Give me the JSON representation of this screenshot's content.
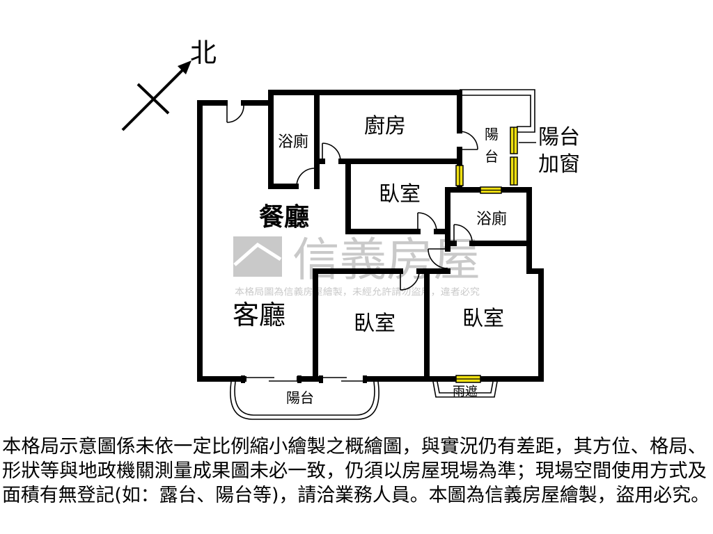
{
  "compass": {
    "north_label": "北"
  },
  "rooms": {
    "bath_upper": "浴廁",
    "kitchen": "廚房",
    "rear_balcony_char_1": "陽",
    "rear_balcony_char_2": "台",
    "bedroom_upper": "臥室",
    "bath_right": "浴廁",
    "dining_room": "餐廳",
    "living_room": "客廳",
    "bedroom_middle": "臥室",
    "bedroom_right": "臥室",
    "front_balcony": "陽台",
    "awning": "雨遮"
  },
  "annotations": {
    "window_note_line_1": "陽台",
    "window_note_line_2": "加窗"
  },
  "watermark": {
    "brand": "信義房屋",
    "notice": "本格局圖為信義房屋繪製，未經允許請勿盜用，違者必究"
  },
  "disclaimer": {
    "lines": [
      "本格局示意圖係未依一定比例縮小繪製之概繪圖，與實況仍有差距，其方位、格局、",
      "形狀等與地政機關測量成果圖未必一致，仍須以房屋現場為準；現場空間使用方式及",
      "面積有無登記(如：露台、陽台等)，請洽業務人員。本圖為信義房屋繪製，盜用必究。"
    ]
  },
  "colors": {
    "background": "#ffffff",
    "wall": "#000000",
    "window": "#f0e010",
    "watermark": "#c9c9c9"
  }
}
